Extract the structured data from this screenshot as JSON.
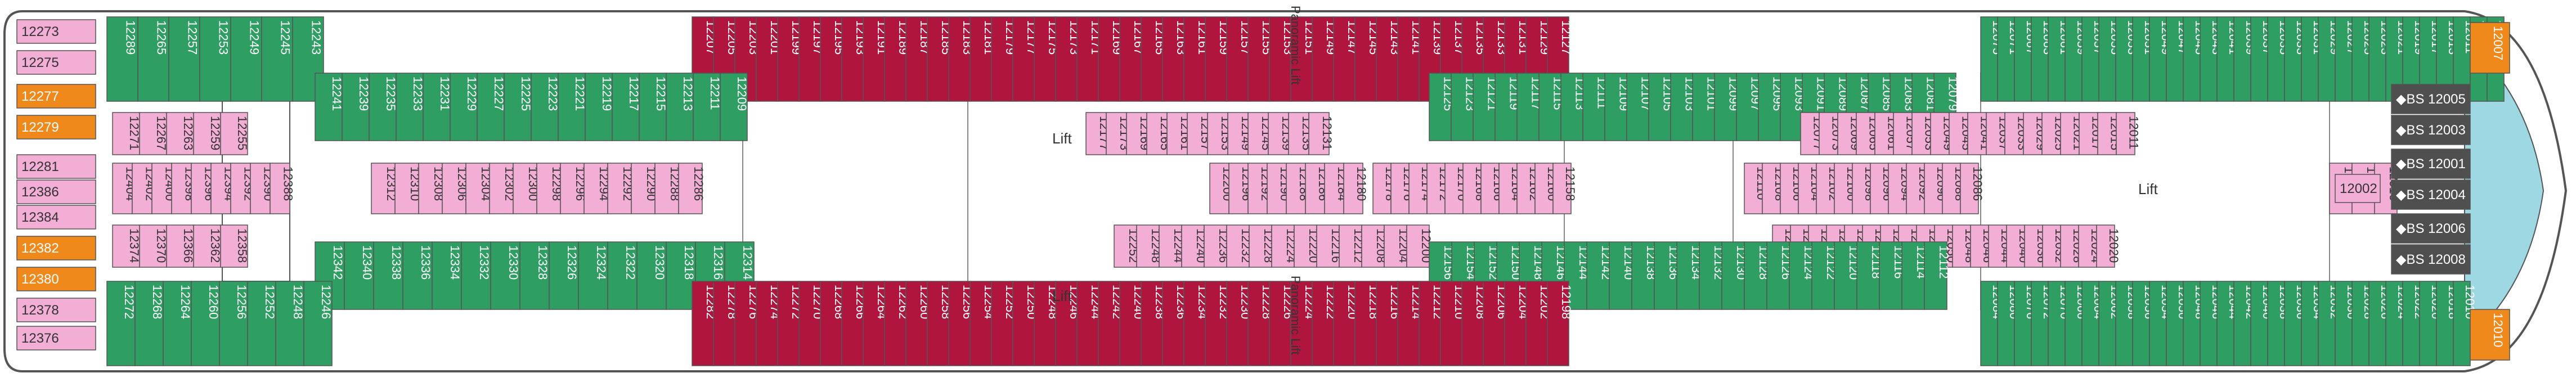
{
  "colors": {
    "inside": "#f2aed4",
    "balcony": "#2f9e63",
    "suite": "#b0153e",
    "yacht": "#f0891c",
    "spa": "#9ed9e3",
    "outline": "#555555"
  },
  "labels": {
    "lift": "Lift",
    "panoramic_lift": "Panoramic Lift"
  },
  "stern_cabins": [
    "12273",
    "12275",
    "12277",
    "12279",
    "12281",
    "12386",
    "12384",
    "12382",
    "12380",
    "12378",
    "12376"
  ],
  "rows": {
    "top_outer": [
      "12289",
      "12265",
      "12257",
      "12253",
      "12249",
      "12245",
      "12243",
      "12207",
      "12205",
      "12203",
      "12201",
      "12199",
      "12197",
      "12195",
      "12193",
      "12191",
      "12189",
      "12187",
      "12185",
      "12183",
      "12181",
      "12179",
      "12177",
      "12175",
      "12173",
      "12171",
      "12169",
      "12167",
      "12165",
      "12163",
      "12161",
      "12159",
      "12157",
      "12155",
      "12153",
      "12151",
      "12149",
      "12147",
      "12145",
      "12143",
      "12141",
      "12139",
      "12137",
      "12135",
      "12133",
      "12131",
      "12129",
      "12127",
      "12075",
      "12071",
      "12067",
      "12063",
      "12061",
      "12059",
      "12057",
      "12055",
      "12053",
      "12051",
      "12049",
      "12047",
      "12045",
      "12043",
      "12041",
      "12039",
      "12037",
      "12035",
      "12033",
      "12031",
      "12029",
      "12027",
      "12025",
      "12023",
      "12021",
      "12019",
      "12017",
      "12013",
      "12011",
      "12009",
      "12007"
    ],
    "top_green_inner": [
      "12241",
      "12239",
      "12235",
      "12233",
      "12231",
      "12229",
      "12227",
      "12225",
      "12223",
      "12221",
      "12219",
      "12217",
      "12215",
      "12213",
      "12211",
      "12209",
      "12125",
      "12123",
      "12121",
      "12119",
      "12117",
      "12115",
      "12113",
      "12111",
      "12109",
      "12107",
      "12105",
      "12103",
      "12101",
      "12099",
      "12097",
      "12095",
      "12093",
      "12091",
      "12089",
      "12087",
      "12085",
      "12083",
      "12081",
      "12079"
    ],
    "inside_a": [
      "12271",
      "12267",
      "12263",
      "12259",
      "12255",
      "12177",
      "12173",
      "12169",
      "12165",
      "12161",
      "12157",
      "12153",
      "12149",
      "12145",
      "12139",
      "12135",
      "12131",
      "12077",
      "12073",
      "12069",
      "12065",
      "12061",
      "12057",
      "12053",
      "12049",
      "12045",
      "12041",
      "12037",
      "12033",
      "12029",
      "12025",
      "12021",
      "12017",
      "12015",
      "12011"
    ],
    "inside_b": [
      "12404",
      "12402",
      "12400",
      "12398",
      "12396",
      "12394",
      "12392",
      "12390",
      "12388",
      "12312",
      "12310",
      "12308",
      "12306",
      "12304",
      "12302",
      "12300",
      "12298",
      "12296",
      "12294",
      "12292",
      "12290",
      "12288",
      "12286",
      "12200",
      "12196",
      "12192",
      "12190",
      "12188",
      "12186",
      "12184",
      "12180",
      "12178",
      "12176",
      "12174",
      "12172",
      "12170",
      "12168",
      "12166",
      "12164",
      "12162",
      "12160",
      "12158",
      "12110",
      "12108",
      "12106",
      "12104",
      "12102",
      "12100",
      "12098",
      "12096",
      "12094",
      "12092",
      "12090",
      "12088",
      "12086",
      "12012",
      "12014",
      "12016"
    ],
    "inside_c": [
      "12374",
      "12370",
      "12366",
      "12362",
      "12358",
      "12252",
      "12248",
      "12244",
      "12240",
      "12236",
      "12232",
      "12228",
      "12224",
      "12220",
      "12216",
      "12212",
      "12208",
      "12204",
      "12200",
      "12086",
      "12082",
      "12078",
      "12074",
      "12070",
      "12066",
      "12062",
      "12058",
      "12054",
      "12050",
      "12048",
      "12046",
      "12044",
      "12040",
      "12036",
      "12032",
      "12028",
      "12024",
      "12020"
    ],
    "bottom_green_inner": [
      "12342",
      "12340",
      "12338",
      "12336",
      "12334",
      "12332",
      "12330",
      "12328",
      "12326",
      "12324",
      "12322",
      "12320",
      "12318",
      "12316",
      "12314",
      "12156",
      "12154",
      "12152",
      "12150",
      "12148",
      "12146",
      "12144",
      "12142",
      "12140",
      "12138",
      "12136",
      "12134",
      "12132",
      "12130",
      "12128",
      "12126",
      "12124",
      "12122",
      "12120",
      "12118",
      "12116",
      "12114",
      "12112"
    ],
    "bottom_outer": [
      "12272",
      "12268",
      "12264",
      "12260",
      "12256",
      "12252",
      "12248",
      "12246",
      "12282",
      "12278",
      "12276",
      "12274",
      "12272",
      "12270",
      "12268",
      "12266",
      "12264",
      "12262",
      "12260",
      "12258",
      "12256",
      "12254",
      "12252",
      "12250",
      "12248",
      "12246",
      "12244",
      "12242",
      "12240",
      "12238",
      "12236",
      "12234",
      "12232",
      "12230",
      "12228",
      "12226",
      "12224",
      "12222",
      "12220",
      "12218",
      "12216",
      "12214",
      "12212",
      "12210",
      "12208",
      "12206",
      "12204",
      "12202",
      "12198",
      "12084",
      "12080",
      "12076",
      "12072",
      "12070",
      "12066",
      "12064",
      "12062",
      "12058",
      "12056",
      "12054",
      "12050",
      "12048",
      "12046",
      "12044",
      "12042",
      "12040",
      "12038",
      "12036",
      "12034",
      "12032",
      "12030",
      "12028",
      "12026",
      "12024",
      "12022",
      "12020",
      "12018",
      "12010"
    ]
  },
  "bow": {
    "yacht_cabins": [
      "12007",
      "12010"
    ],
    "spa_suites": [
      "12005",
      "12003",
      "12001",
      "12004",
      "12006",
      "12008"
    ],
    "spa_tag": "BS",
    "inside_extra": [
      "12002"
    ]
  }
}
